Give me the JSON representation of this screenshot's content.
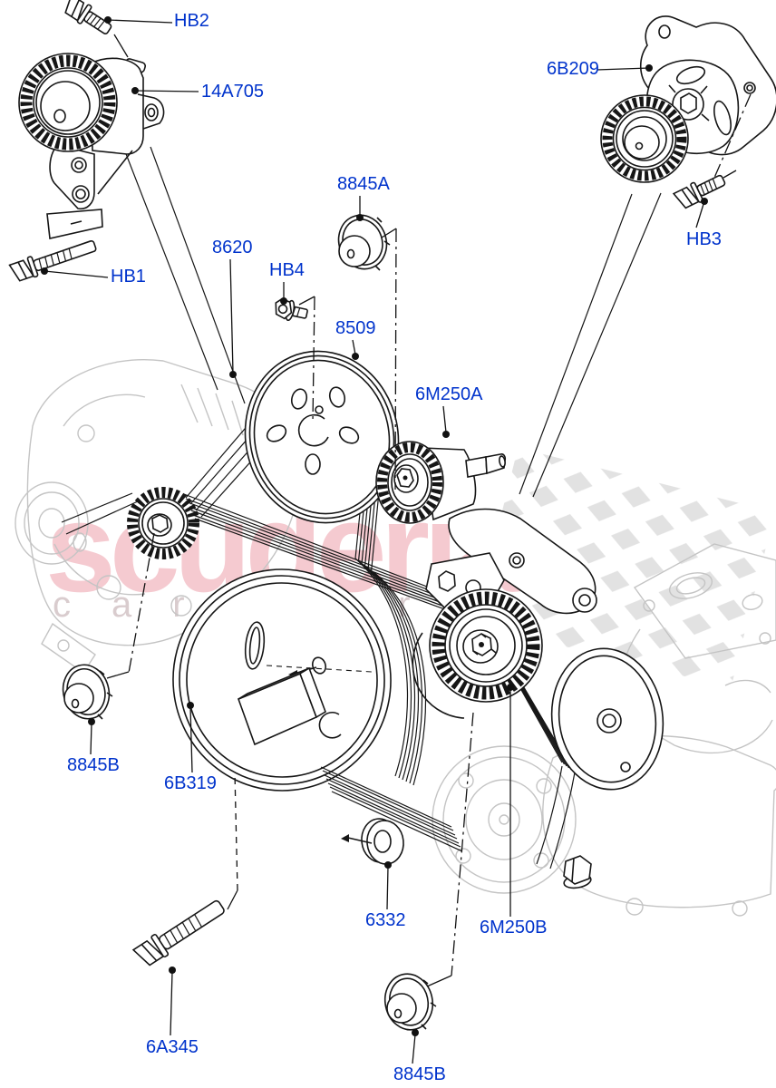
{
  "diagram": {
    "kind": "exploded-parts-diagram",
    "subject": "Pulleys and drive belt",
    "labels": {
      "hb2": "HB2",
      "t14a705": "14A705",
      "t6b209": "6B209",
      "hb3": "HB3",
      "c8845a": "8845A",
      "b8620": "8620",
      "hb4": "HB4",
      "p8509": "8509",
      "i6m250a": "6M250A",
      "hb1": "HB1",
      "c8845b_left": "8845B",
      "p6b319": "6B319",
      "w6332": "6332",
      "t6m250b": "6M250B",
      "b6a345": "6A345",
      "c8845b_bottom": "8845B"
    },
    "watermark": {
      "brand": "scuderia",
      "caption": "car parts"
    },
    "colors": {
      "label_blue": "#0033cc",
      "watermark_pink": "#e8808f",
      "caption_gray": "#d5c7c9",
      "checker_gray": "#e2e2e2",
      "line_black": "#161616",
      "engine_gray": "#c4c4c4",
      "background": "#ffffff"
    }
  }
}
